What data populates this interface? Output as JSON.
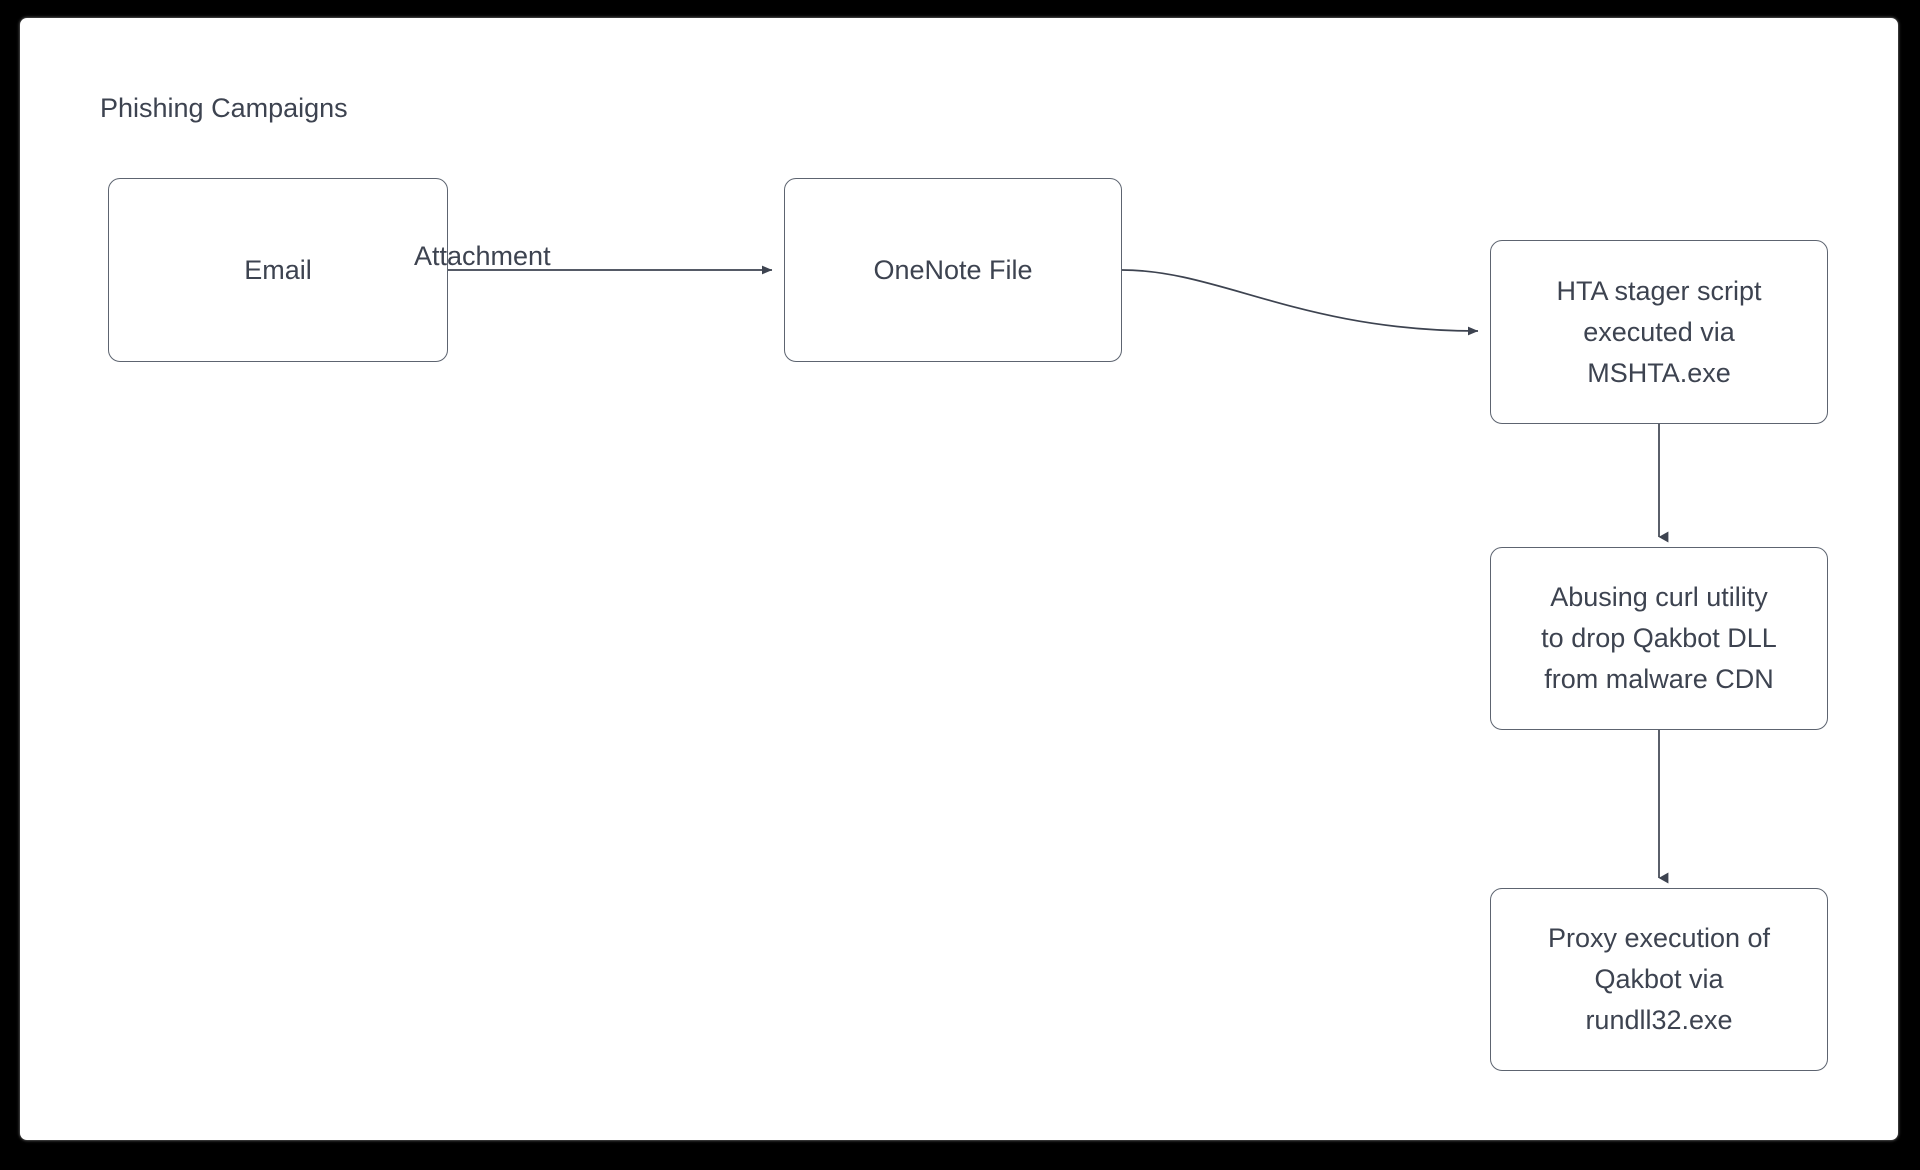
{
  "diagram": {
    "type": "flowchart",
    "section_title": "Phishing Campaigns",
    "nodes": [
      {
        "id": "email",
        "label": "Email"
      },
      {
        "id": "onenote",
        "label": "OneNote File"
      },
      {
        "id": "hta",
        "label": "HTA stager script\nexecuted via\nMSHTA.exe"
      },
      {
        "id": "curl",
        "label": "Abusing curl utility\nto drop Qakbot DLL\nfrom malware CDN"
      },
      {
        "id": "rundll",
        "label": "Proxy execution of\nQakbot via\nrundll32.exe"
      }
    ],
    "edges": [
      {
        "from": "email",
        "to": "onenote",
        "label": "Attachment"
      },
      {
        "from": "onenote",
        "to": "hta",
        "label": ""
      },
      {
        "from": "hta",
        "to": "curl",
        "label": ""
      },
      {
        "from": "curl",
        "to": "rundll",
        "label": ""
      }
    ],
    "colors": {
      "background": "#000000",
      "canvas": "#ffffff",
      "node_border": "#5d6470",
      "text": "#3d4350",
      "connector": "#3d4350"
    }
  }
}
